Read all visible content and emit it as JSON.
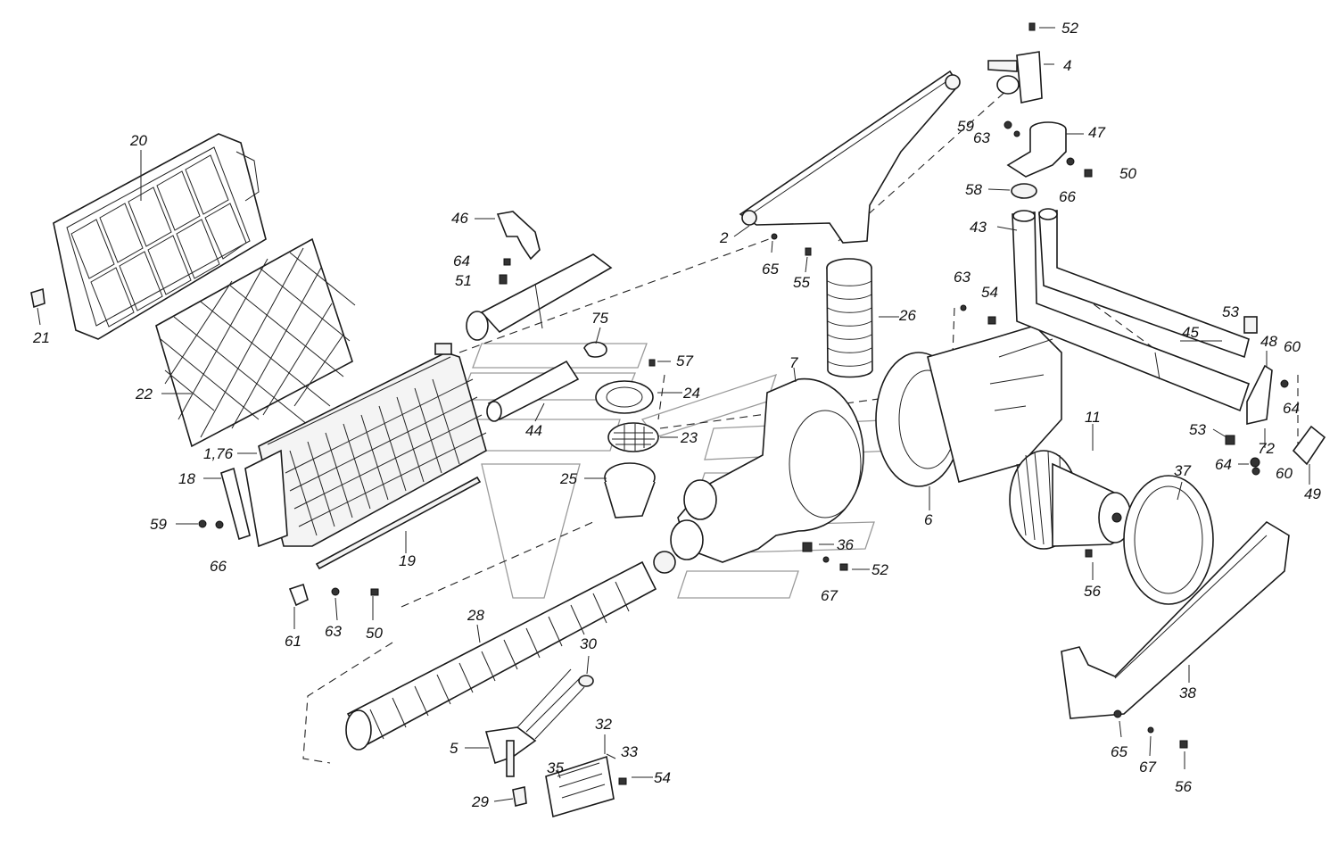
{
  "labels": {
    "p52a": "52",
    "p4": "4",
    "p59a": "59",
    "p63a": "63",
    "p47": "47",
    "p50a": "50",
    "p58": "58",
    "p66a": "66",
    "p43": "43",
    "p20": "20",
    "p46": "46",
    "p2": "2",
    "p64a": "64",
    "p51": "51",
    "p65a": "65",
    "p55": "55",
    "p63b": "63",
    "p54a": "54",
    "p26": "26",
    "p53a": "53",
    "p45": "45",
    "p48": "48",
    "p60a": "60",
    "p21": "21",
    "p75": "75",
    "p57": "57",
    "p7": "7",
    "p64b": "64",
    "p22": "22",
    "p24": "24",
    "p23": "23",
    "p44": "44",
    "p11": "11",
    "p53b": "53",
    "p72": "72",
    "p176": "1,76",
    "p18": "18",
    "p25": "25",
    "p6": "6",
    "p64c": "64",
    "p60b": "60",
    "p37": "37",
    "p49": "49",
    "p59b": "59",
    "p66b": "66",
    "p19": "19",
    "p36": "36",
    "p52b": "52",
    "p56a": "56",
    "p67a": "67",
    "p61": "61",
    "p63c": "63",
    "p50b": "50",
    "p28": "28",
    "p30": "30",
    "p38": "38",
    "p32": "32",
    "p5": "5",
    "p33": "33",
    "p35": "35",
    "p54b": "54",
    "p29": "29",
    "p65b": "65",
    "p67b": "67",
    "p56b": "56"
  }
}
